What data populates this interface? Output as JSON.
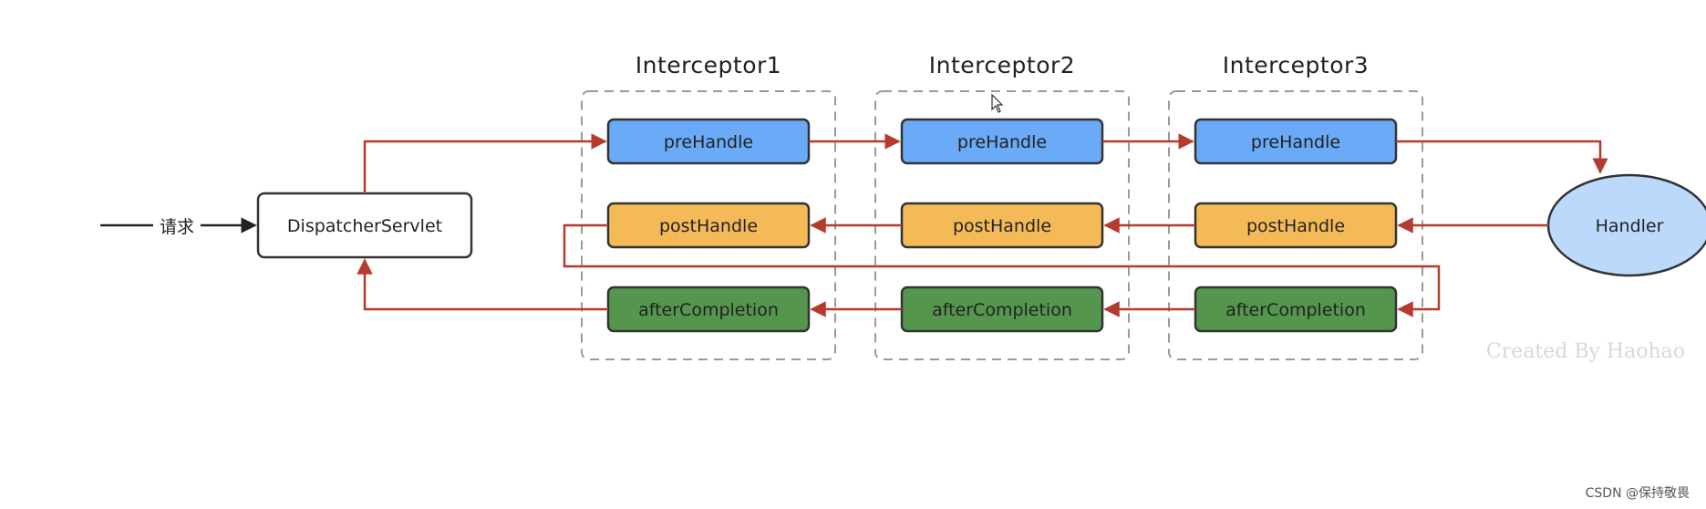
{
  "diagram": {
    "input_label": "请求",
    "dispatcher_label": "DispatcherServlet",
    "handler_label": "Handler",
    "interceptors": [
      {
        "title": "Interceptor1",
        "pre": "preHandle",
        "post": "postHandle",
        "after": "afterCompletion"
      },
      {
        "title": "Interceptor2",
        "pre": "preHandle",
        "post": "postHandle",
        "after": "afterCompletion"
      },
      {
        "title": "Interceptor3",
        "pre": "preHandle",
        "post": "postHandle",
        "after": "afterCompletion"
      }
    ],
    "watermark": "Created By Haohao",
    "credit": "CSDN @保持敬畏"
  },
  "colors": {
    "pre": "#6aaaf6",
    "post": "#f4ba57",
    "after": "#55964e",
    "handler": "#bcd9fb",
    "arrow": "#b53b2e",
    "input_arrow": "#222222",
    "frame": "#9a9a9a"
  }
}
